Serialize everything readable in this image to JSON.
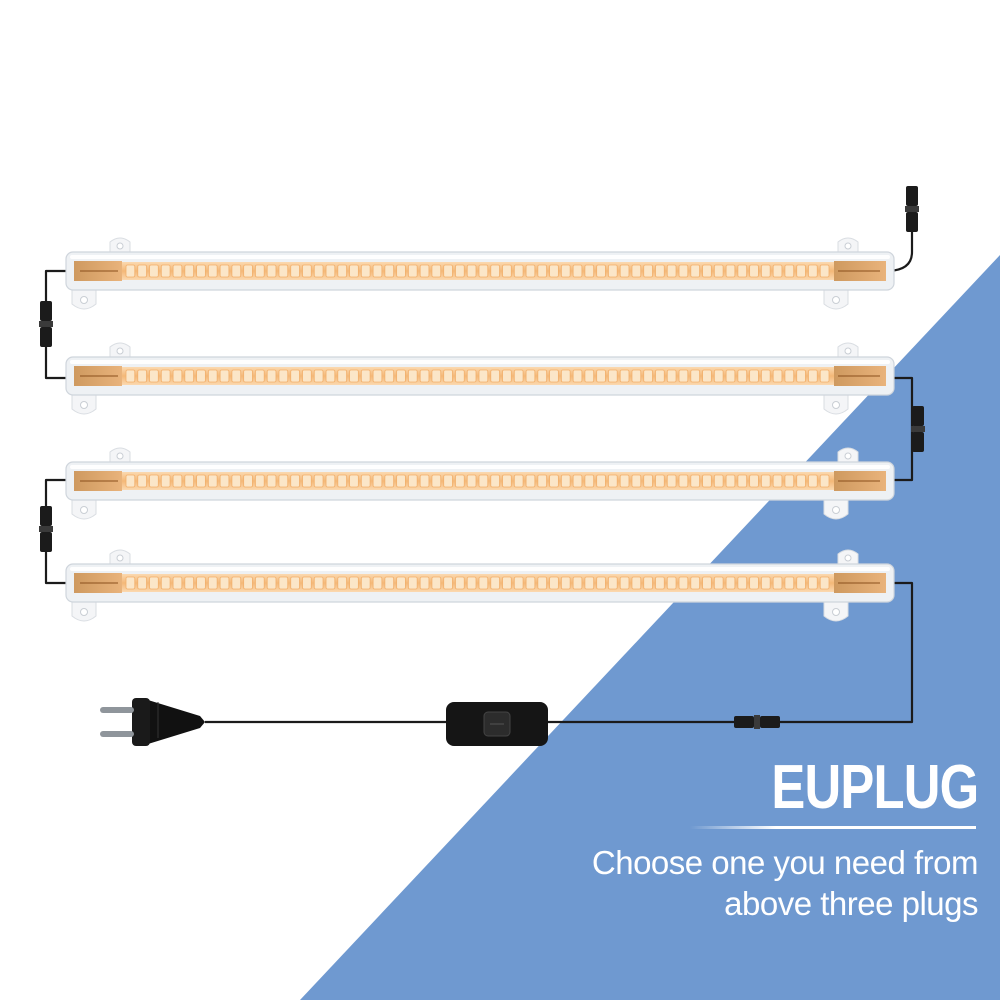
{
  "colors": {
    "background": "#ffffff",
    "accent_panel": "#6f99d0",
    "led_glow": "#f7c791",
    "led_chip": "#fbe6c8",
    "led_chip_edge": "#f2b06c",
    "housing": "#eef1f4",
    "cable": "#1b1b1b"
  },
  "product": {
    "light_bar_count": 4,
    "leds_per_bar": 60,
    "icons": [
      "led-light-bar",
      "inline-connector",
      "rocker-switch",
      "eu-plug"
    ]
  },
  "headline": "EUPLUG",
  "caption_lines": [
    "Choose one you need from",
    "above three plugs"
  ]
}
